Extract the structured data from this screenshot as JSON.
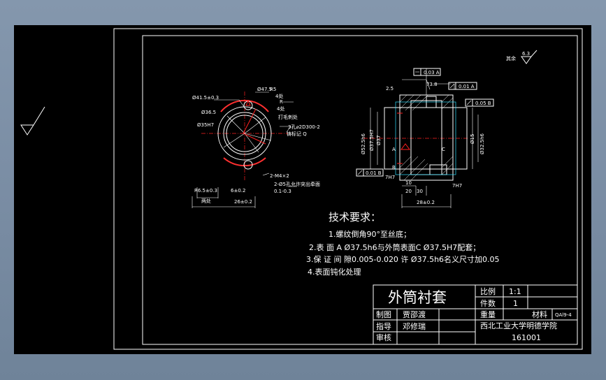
{
  "drawing": {
    "surface_finish": "其余",
    "surface_finish_value": "6.3",
    "title": "外筒衬套",
    "ratio_label": "比例",
    "ratio_value": "1:1",
    "qty_label": "件数",
    "qty_value": "1",
    "weight_label": "重量",
    "material_label": "材料",
    "material_value": "QAl9-4",
    "draw_label": "制图",
    "draw_name": "贾邵渡",
    "guide_label": "指导",
    "guide_name": "邓修瑞",
    "review_label": "审核",
    "school": "西北工业大学明德学院",
    "code": "161001"
  },
  "requirements": {
    "title": "技术要求：",
    "items": [
      "1.螺纹倒角90°至丝底；",
      "2.表 面 A Ø37.5h6与外筒表面C Ø37.5H7配套；",
      "3.保 证 间 隙0.005-0.020 许 Ø37.5h6名义尺寸加0.05",
      "4.表面钝化处理"
    ]
  },
  "front_view": {
    "dia_outer": "Ø41.5±0.3",
    "dia_pcd": "Ø47.5",
    "dia_36": "Ø36.5",
    "dia_fit": "Ø35H7",
    "note_4": "4处",
    "note_4b": "4处",
    "note_dash": "打毛刺处",
    "note_thread": "3孔⌀2D300-2",
    "note_mark": "铸标记 Q",
    "dim_r": "R5",
    "dim_r2": "R",
    "angle": "2-M4×2",
    "holes": "2-Ø5孔允许突出牵面",
    "hole_tol": "0.1-0.3",
    "r6": "R6.5±0.3",
    "two": "两处",
    "w1": "6±0.2",
    "w2": "26±0.2"
  },
  "side_view": {
    "tol1": "0.03 A",
    "tol2": "0.01 A",
    "tol3": "0.05 B",
    "tol4": "0.01 B",
    "dim_top": "73.8",
    "dim_25": "2.5",
    "dia_l1": "Ø52.5h6",
    "dia_l2": "Ø37.5H7",
    "dia_l3": "Ø37",
    "dia_r1": "Ø32.5h6",
    "dia_r2": "Ø15",
    "label_a": "A",
    "label_b": "B",
    "label_c": "C",
    "dim_10": "10",
    "dim_20": "20",
    "dim_30": "30",
    "dim_28": "28±0.2",
    "fin_a": "7H7",
    "fin_b": "7H7"
  }
}
